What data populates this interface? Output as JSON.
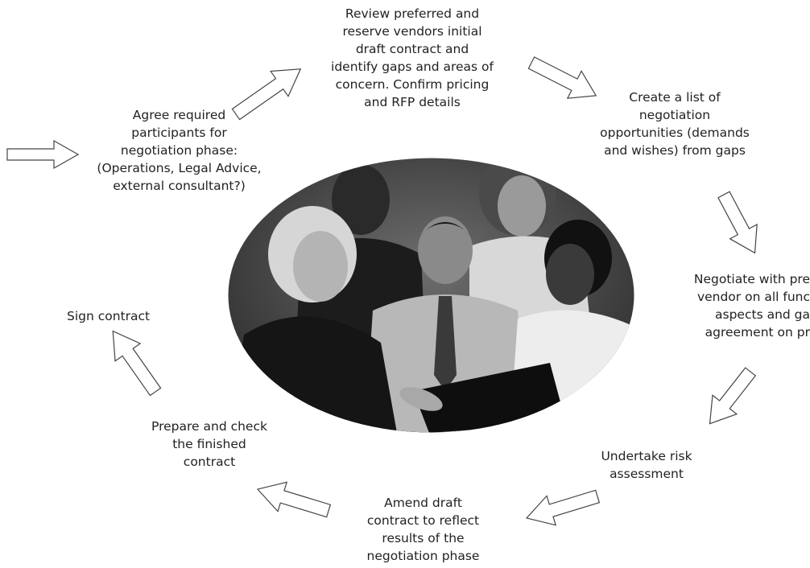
{
  "steps": {
    "agree_participants": [
      "Agree required",
      "participants for",
      "negotiation phase:",
      "(Operations, Legal Advice,",
      "external consultant?)"
    ],
    "review_draft": [
      "Review preferred and",
      "reserve vendors initial",
      "draft contract and",
      "identify gaps and areas of",
      "concern. Confirm pricing",
      "and RFP details"
    ],
    "create_list": [
      "Create a list of",
      "negotiation",
      "opportunities (demands",
      "and wishes) from gaps"
    ],
    "negotiate": [
      "Negotiate with pre",
      "vendor on all func",
      "aspects and ga",
      "agreement on pr"
    ],
    "risk_assessment": [
      "Undertake risk",
      "assessment"
    ],
    "amend_draft": [
      "Amend draft",
      "contract to reflect",
      "results of the",
      "negotiation phase"
    ],
    "prepare_check": [
      "Prepare and check",
      "the finished",
      "contract"
    ],
    "sign_contract": [
      "Sign contract"
    ]
  },
  "photo": {
    "description_icon": "team-around-laptop-photo"
  },
  "colors": {
    "text": "#222222",
    "arrow_stroke": "#444444",
    "background": "#ffffff"
  }
}
